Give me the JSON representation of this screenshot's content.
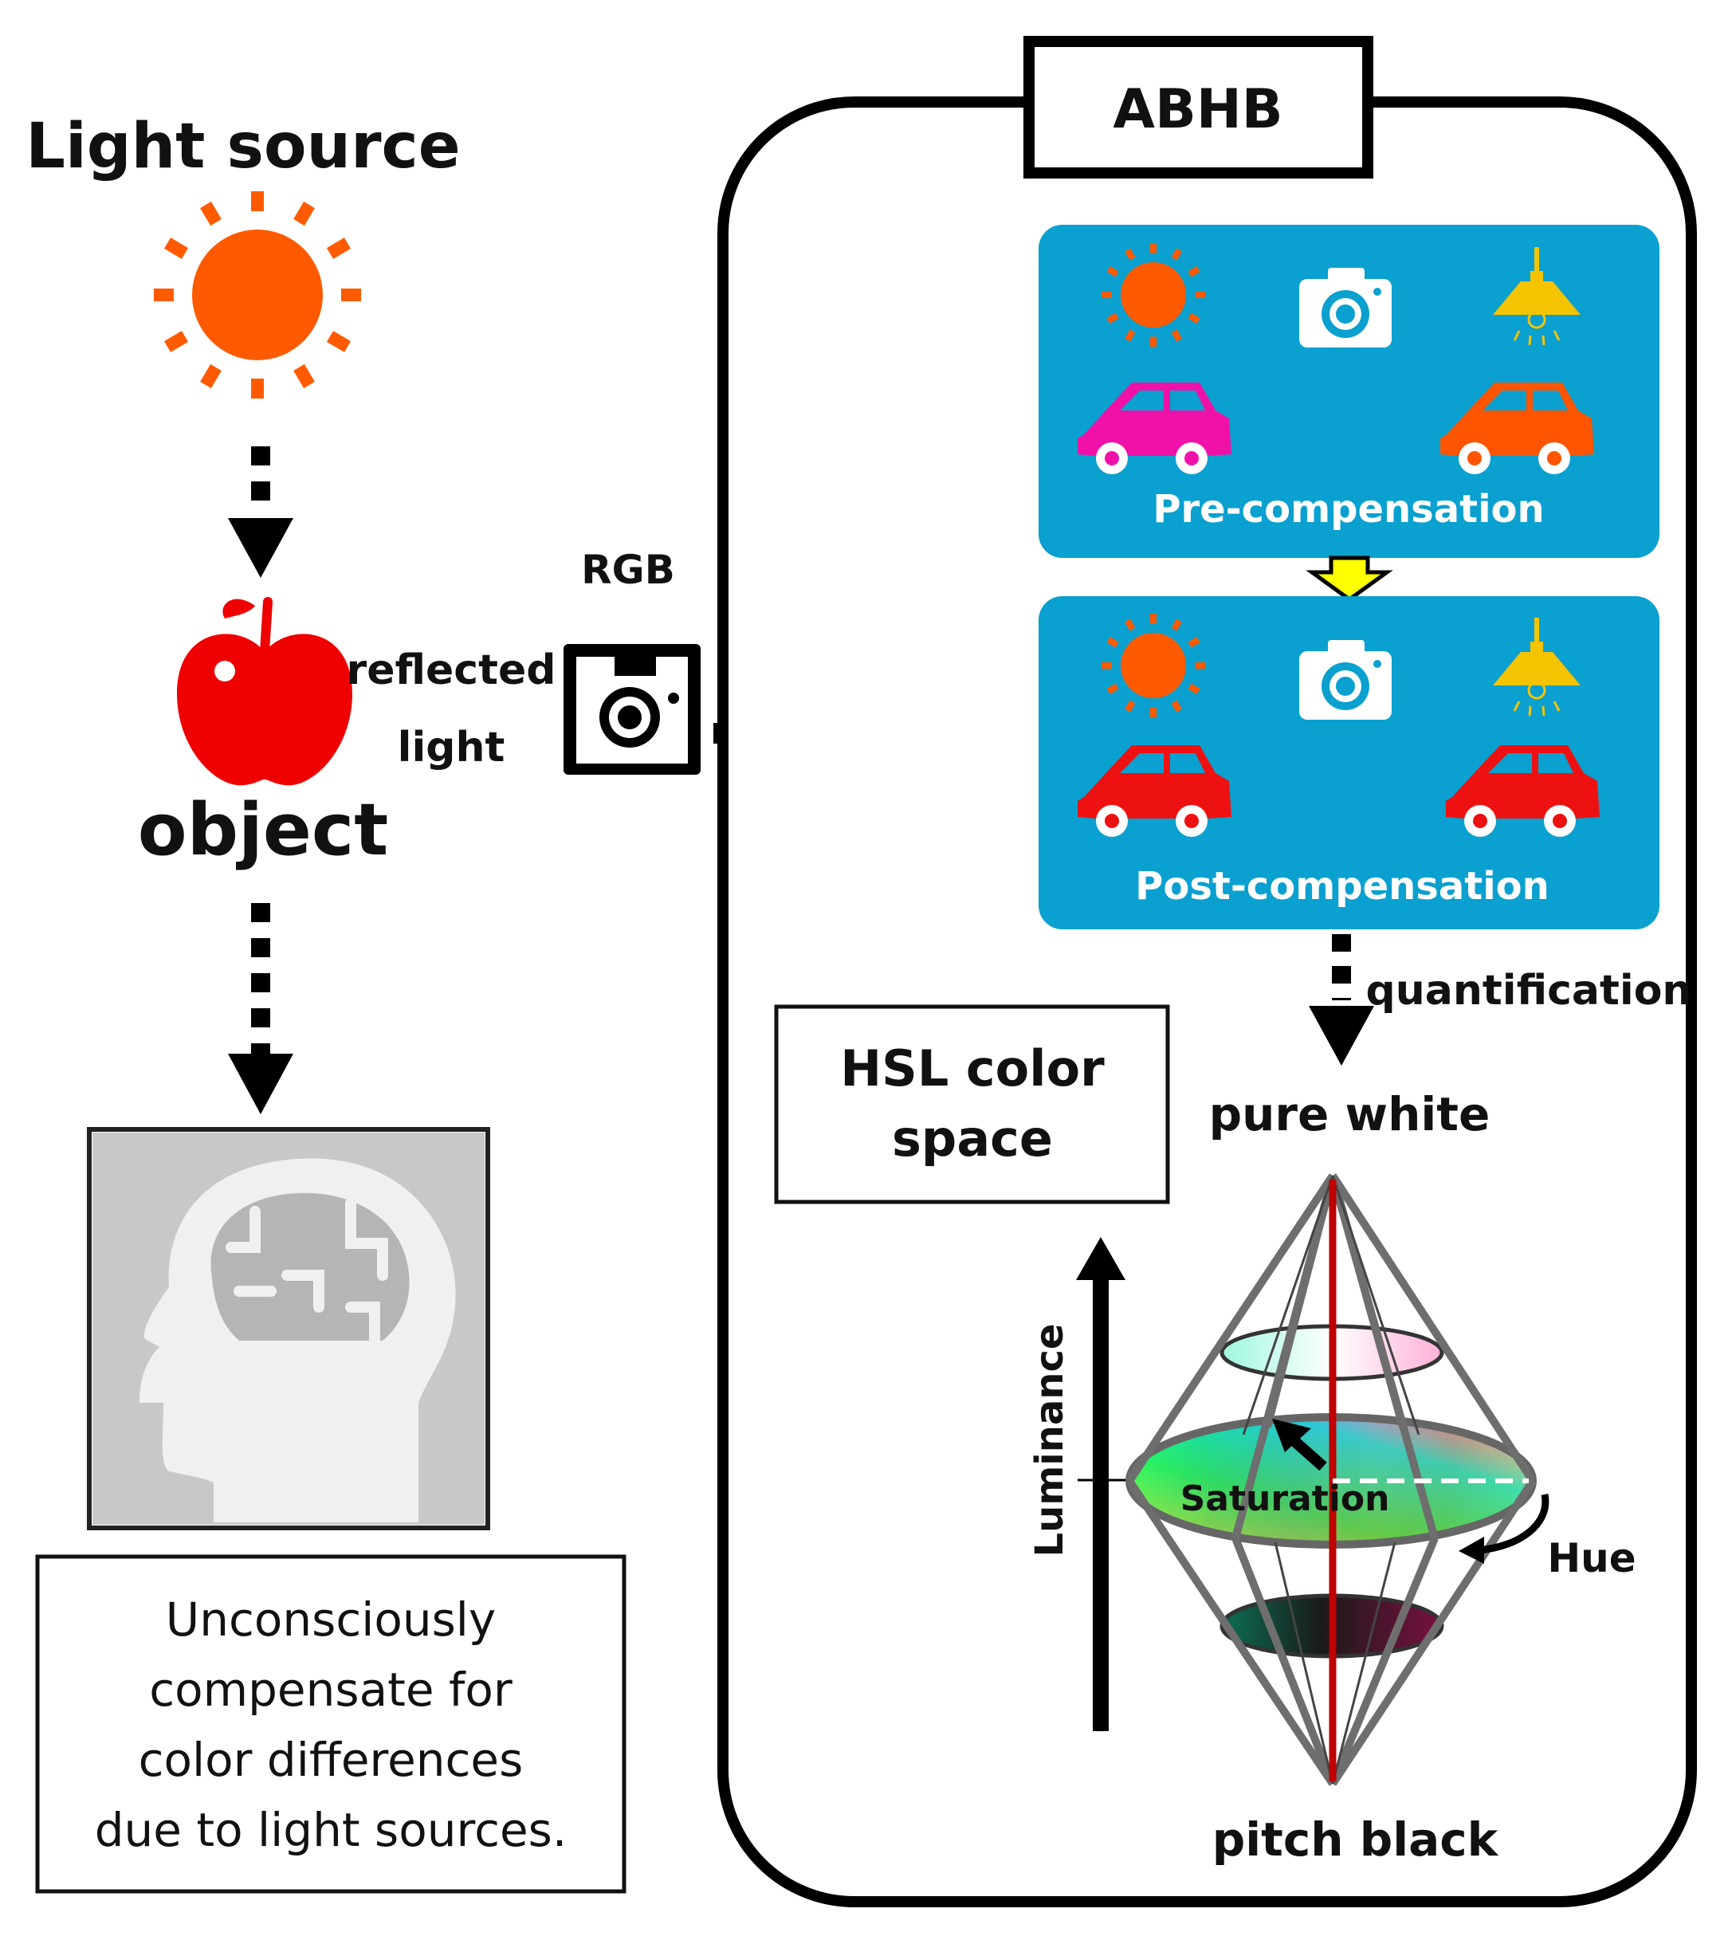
{
  "labels": {
    "light_source": "Light source",
    "object": "object",
    "reflected_line1": "reflected",
    "reflected_line2": "light",
    "rgb": "RGB",
    "compensation": "compensation",
    "abhb": "ABHB",
    "pre_compensation": "Pre-compensation",
    "post_compensation": "Post-compensation",
    "quantification": "quantification",
    "hsl_line1": "HSL color",
    "hsl_line2": "space",
    "pure_white": "pure white",
    "pitch_black": "pitch black",
    "luminance": "Luminance",
    "saturation": "Saturation",
    "hue": "Hue",
    "brain_caption": [
      "Unconsciously",
      "compensate for",
      "color differences",
      "due to light sources."
    ]
  },
  "colors": {
    "sun_orange": "#ff5a00",
    "panel_blue": "#0aa0cf",
    "car_magenta": "#f012a8",
    "car_orange": "#ff5500",
    "car_red": "#ee1111",
    "lamp_yellow": "#f5c400",
    "apple_red": "#ee0000",
    "brain_grey": "#b8b8b8",
    "cone_grey": "#6e6e6e",
    "axis_red": "#c00000"
  },
  "icons": [
    "sun-icon",
    "apple-icon",
    "camera-icon",
    "lamp-icon",
    "car-icon",
    "head-brain-icon",
    "hsl-bicone-icon"
  ]
}
